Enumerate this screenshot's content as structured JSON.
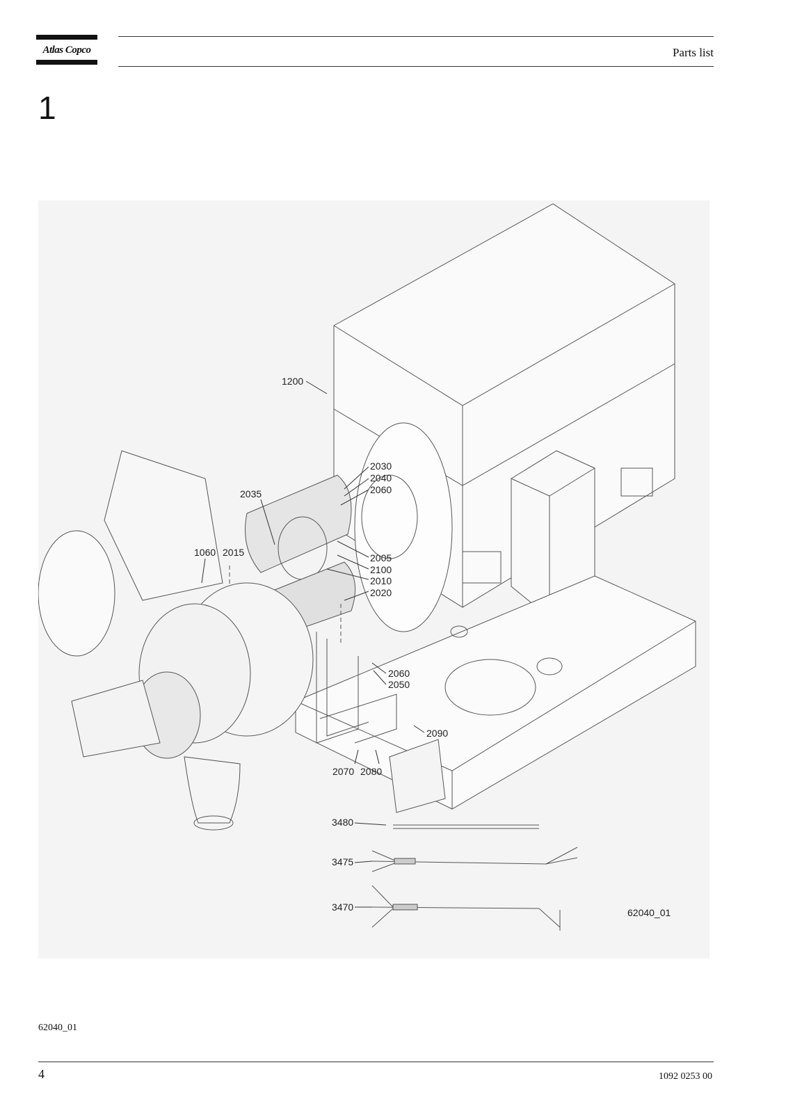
{
  "header": {
    "brand": "Atlas Copco",
    "title": "Parts list"
  },
  "section": {
    "number": "1"
  },
  "figure": {
    "id_label": "62040_01",
    "callouts": [
      "1200",
      "2030",
      "2040",
      "2060",
      "2035",
      "1060",
      "2015",
      "2005",
      "2100",
      "2010",
      "2020",
      "2060",
      "2050",
      "2090",
      "2070",
      "2080",
      "3480",
      "3475",
      "3470"
    ],
    "caption": "62040_01"
  },
  "footer": {
    "page_number": "4",
    "document_number": "1092 0253 00"
  }
}
